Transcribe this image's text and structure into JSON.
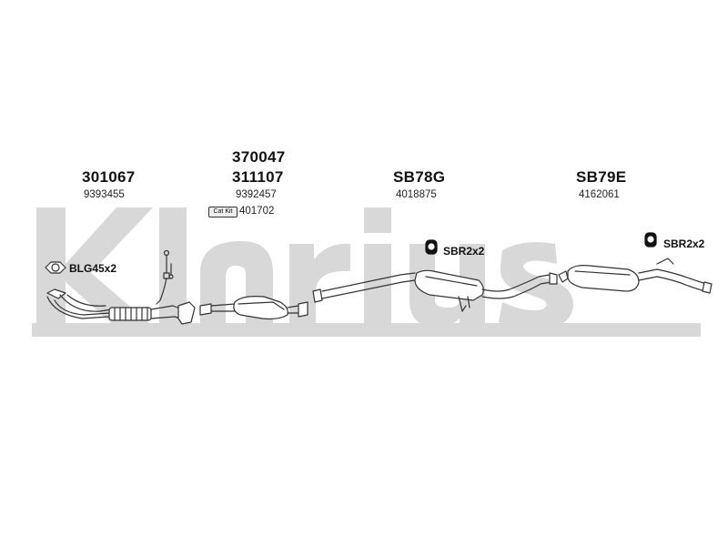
{
  "brand": {
    "watermark": "Klarius",
    "color": "#d6d6d6"
  },
  "parts": [
    {
      "code": "301067",
      "number": "9393455"
    },
    {
      "code_top": "370047",
      "code": "311107",
      "number": "9392457",
      "catkit_label": "Cat Kit",
      "catkit_number": "401702"
    },
    {
      "code": "SB78G",
      "number": "4018875"
    },
    {
      "code": "SB79E",
      "number": "4162061"
    }
  ],
  "accessories": {
    "gasket": {
      "label": "BLG45x2",
      "icon": "gasket-icon"
    },
    "mount1": {
      "label": "SBR2x2",
      "icon": "rubber-mount-icon"
    },
    "mount2": {
      "label": "SBR2x2",
      "icon": "rubber-mount-icon"
    }
  },
  "colors": {
    "line": "#333333",
    "ink": "#111111",
    "watermark": "#d6d6d6"
  }
}
